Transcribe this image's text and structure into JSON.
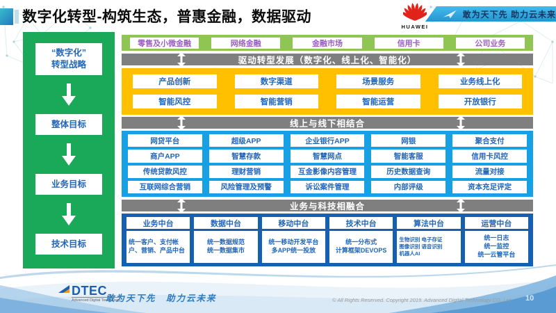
{
  "title": "数字化转型-构筑生态，普惠金融，数据驱动",
  "header": {
    "huawei_label": "HUAWEI",
    "tagline": "敢为天下先 助力云未来"
  },
  "sidebar": {
    "strategy": "“数字化”\n转型战略",
    "goal_overall": "整体目标",
    "goal_business": "业务目标",
    "goal_tech": "技术目标"
  },
  "top_band": {
    "items": [
      "零售及小微金融",
      "网络金融",
      "金融市场",
      "信用卡",
      "公司业务"
    ]
  },
  "banners": {
    "drive": "驱动转型发展（数字化、线上化、智能化）",
    "online_offline": "线上与线下相结合",
    "biz_tech": "业务与科技相融合"
  },
  "gold": {
    "rows": [
      [
        "产品创新",
        "数字渠道",
        "场景服务",
        "业务线上化"
      ],
      [
        "智能风控",
        "智能营销",
        "智能运营",
        "开放银行"
      ]
    ]
  },
  "blue": {
    "rows": [
      [
        "网贷平台",
        "超级APP",
        "企业银行APP",
        "网银",
        "聚合支付"
      ],
      [
        "商户APP",
        "智慧存款",
        "智慧网点",
        "智能客服",
        "信用卡风控"
      ],
      [
        "传统贷款风控",
        "理财营销",
        "互金影像内容管理",
        "历史数据查询",
        "流量对接"
      ],
      [
        "互联网综合营销",
        "风险管理及预警",
        "诉讼案件管理",
        "内部评级",
        "资本充足评定"
      ]
    ]
  },
  "platforms": {
    "columns": [
      {
        "title": "业务中台",
        "content": "统一客户、支付帐户、营销、产品中台"
      },
      {
        "title": "数据中台",
        "content": "统一数据规范\n统一数据集市"
      },
      {
        "title": "移动中台",
        "content": "统一移动开发平台\n多APP统一投放"
      },
      {
        "title": "技术中台",
        "content": "统一分布式\n计算框架DEVOPS"
      },
      {
        "title": "算法中台",
        "content": "生物识别 电子存证\n图像识别 语音识别\n机器人AI"
      },
      {
        "title": "运营中台",
        "content": "统一日志\n统一监控\n统一云管平台"
      }
    ]
  },
  "footer": {
    "logo": "DTEC",
    "logo_sub": "Advanced Digital Technology",
    "tagline": "敢为天下先　助力云未来",
    "copyright": "© All Rights Reserved. Copyright 2019. Advanced Digital Technology CO.,Ltd",
    "page_number": "10"
  },
  "colors": {
    "sidebar_green": "#19A958",
    "band_green": "#8FC653",
    "banner_gray": "#7F7F7F",
    "gold": "#FFC000",
    "blue": "#18A0E4",
    "dark_blue": "#1660B2",
    "box_text_blue": "#2166B8",
    "band_text_purple": "#9B5FC0",
    "huawei_red": "#E2231A",
    "header_banner_blue": "#2BA9E0"
  }
}
